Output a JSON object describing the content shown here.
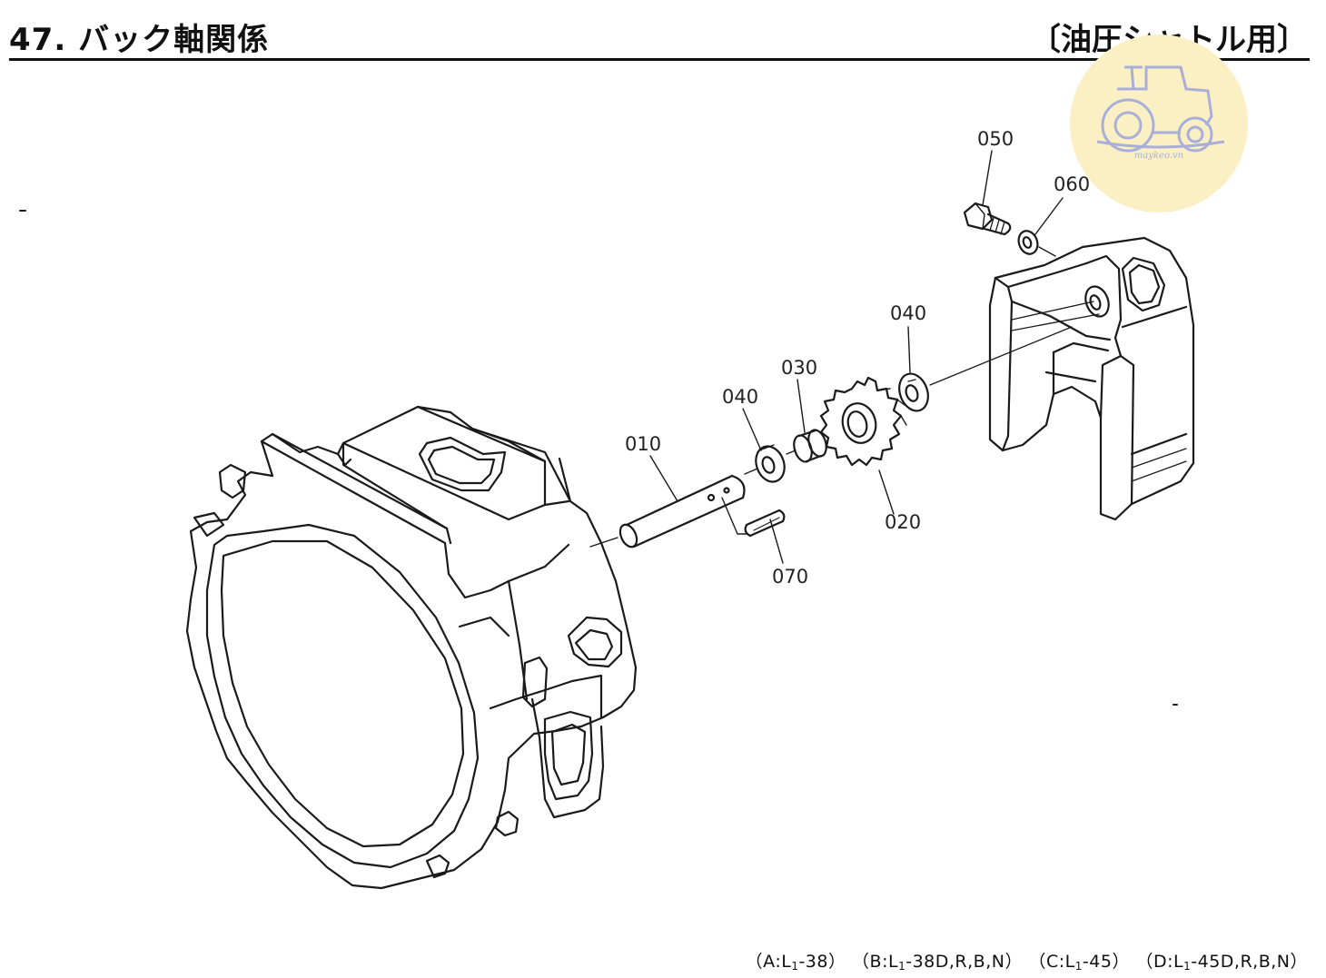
{
  "header": {
    "title": "47. バック軸関係",
    "subtitle": "〔油圧シャトル用〕"
  },
  "callouts": {
    "p010": "010",
    "p020": "020",
    "p030": "030",
    "p040a": "040",
    "p040b": "040",
    "p050": "050",
    "p060": "060",
    "p070": "070"
  },
  "footer": {
    "variant_a_pre": "（A:L",
    "variant_a_sub": "1",
    "variant_a_post": "-38）",
    "variant_b_pre": "（B:L",
    "variant_b_sub": "1",
    "variant_b_post": "-38D,R,B,N）",
    "variant_c_pre": "（C:L",
    "variant_c_sub": "1",
    "variant_c_post": "-45）",
    "variant_d_pre": "（D:L",
    "variant_d_sub": "1",
    "variant_d_post": "-45D,R,B,N）"
  },
  "watermark": {
    "text": "maykeo.vn",
    "icon": "tractor-icon"
  }
}
